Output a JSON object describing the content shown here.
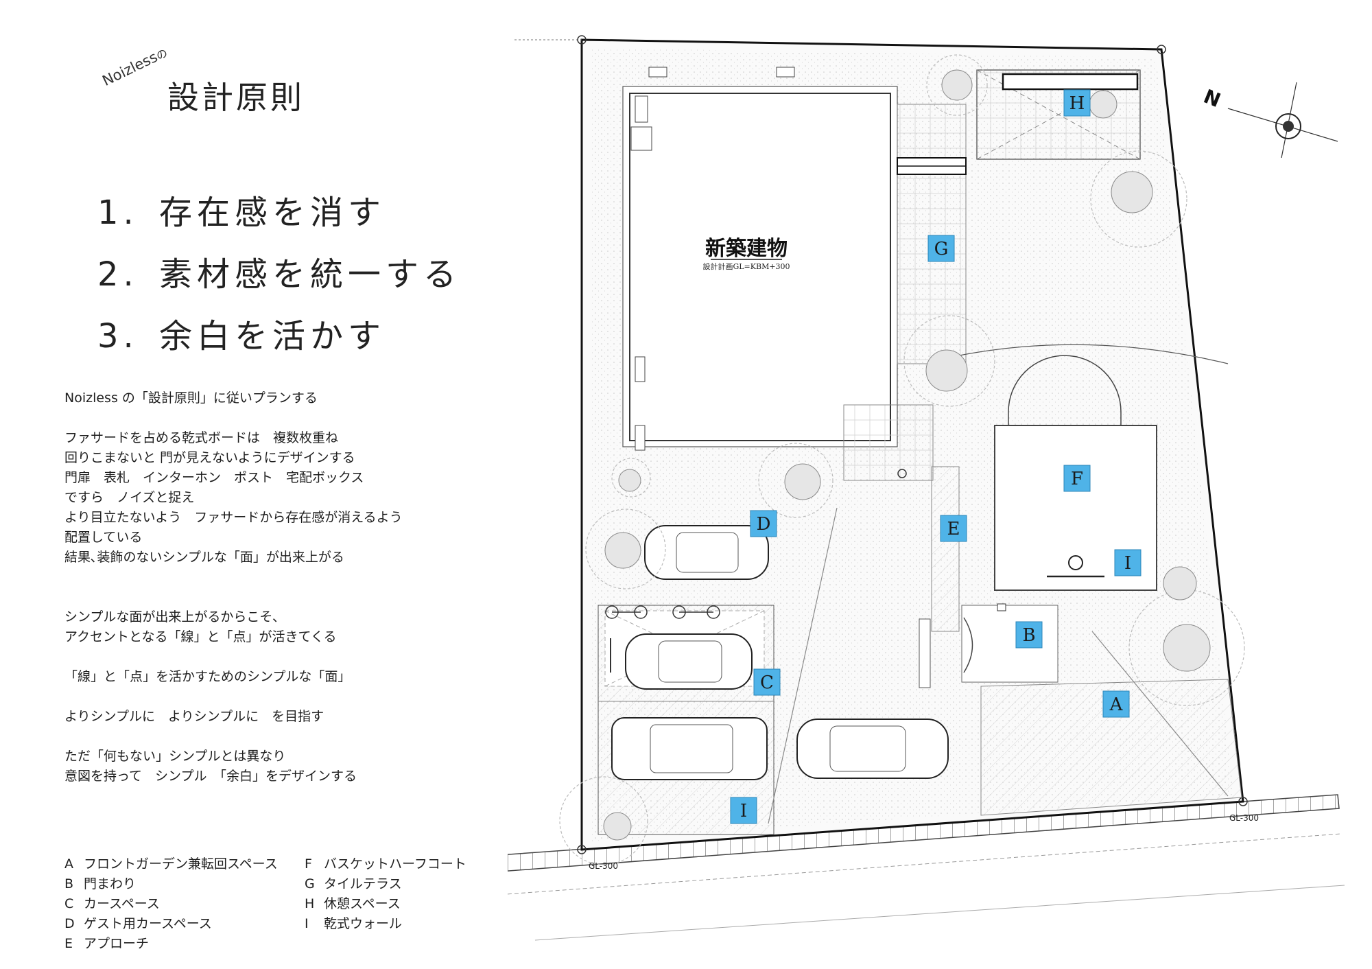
{
  "brand": {
    "name": "Noizless",
    "particle": "の",
    "title": "設計原則"
  },
  "principles": [
    {
      "num": "1.",
      "text": "存在感を消す"
    },
    {
      "num": "2.",
      "text": "素材感を統一する"
    },
    {
      "num": "3.",
      "text": "余白を活かす"
    }
  ],
  "body": [
    "Noizless の「設計原則」に従いプランする",
    "",
    "ファサードを占める乾式ボードは　複数枚重ね",
    "回りこまないと 門が見えないようにデザインする",
    "門扉　表札　インターホン　ポスト　宅配ボックス",
    "ですら　ノイズと捉え",
    "より目立たないよう　ファサードから存在感が消えるよう",
    "配置している",
    "結果､装飾のないシンプルな「面」が出来上がる",
    "",
    "",
    "シンプルな面が出来上がるからこそ､",
    "アクセントとなる「線」と「点」が活きてくる",
    "",
    "「線」と「点」を活かすためのシンプルな「面」",
    "",
    "よりシンプルに　よりシンプルに　を目指す",
    "",
    "ただ「何もない」シンプルとは異なり",
    "意図を持って　シンプル　「余白」をデザインする"
  ],
  "legend_left": [
    {
      "key": "A",
      "label": "フロントガーデン兼転回スペース"
    },
    {
      "key": "B",
      "label": "門まわり"
    },
    {
      "key": "C",
      "label": "カースペース"
    },
    {
      "key": "D",
      "label": "ゲスト用カースペース"
    },
    {
      "key": "E",
      "label": "アプローチ"
    }
  ],
  "legend_right": [
    {
      "key": "F",
      "label": "バスケットハーフコート"
    },
    {
      "key": "G",
      "label": "タイルテラス"
    },
    {
      "key": "H",
      "label": "休憩スペース"
    },
    {
      "key": "I",
      "label": "乾式ウォール"
    }
  ],
  "plan": {
    "building_title": "新築建物",
    "building_sub": "設計計画GL=KBM+300",
    "gl_labels": [
      "GL-300",
      "GL-300"
    ],
    "north_label": "N",
    "tags": [
      "H",
      "G",
      "F",
      "D",
      "E",
      "I",
      "B",
      "C",
      "A",
      "I"
    ],
    "tag_color": "#4fb3e8"
  }
}
